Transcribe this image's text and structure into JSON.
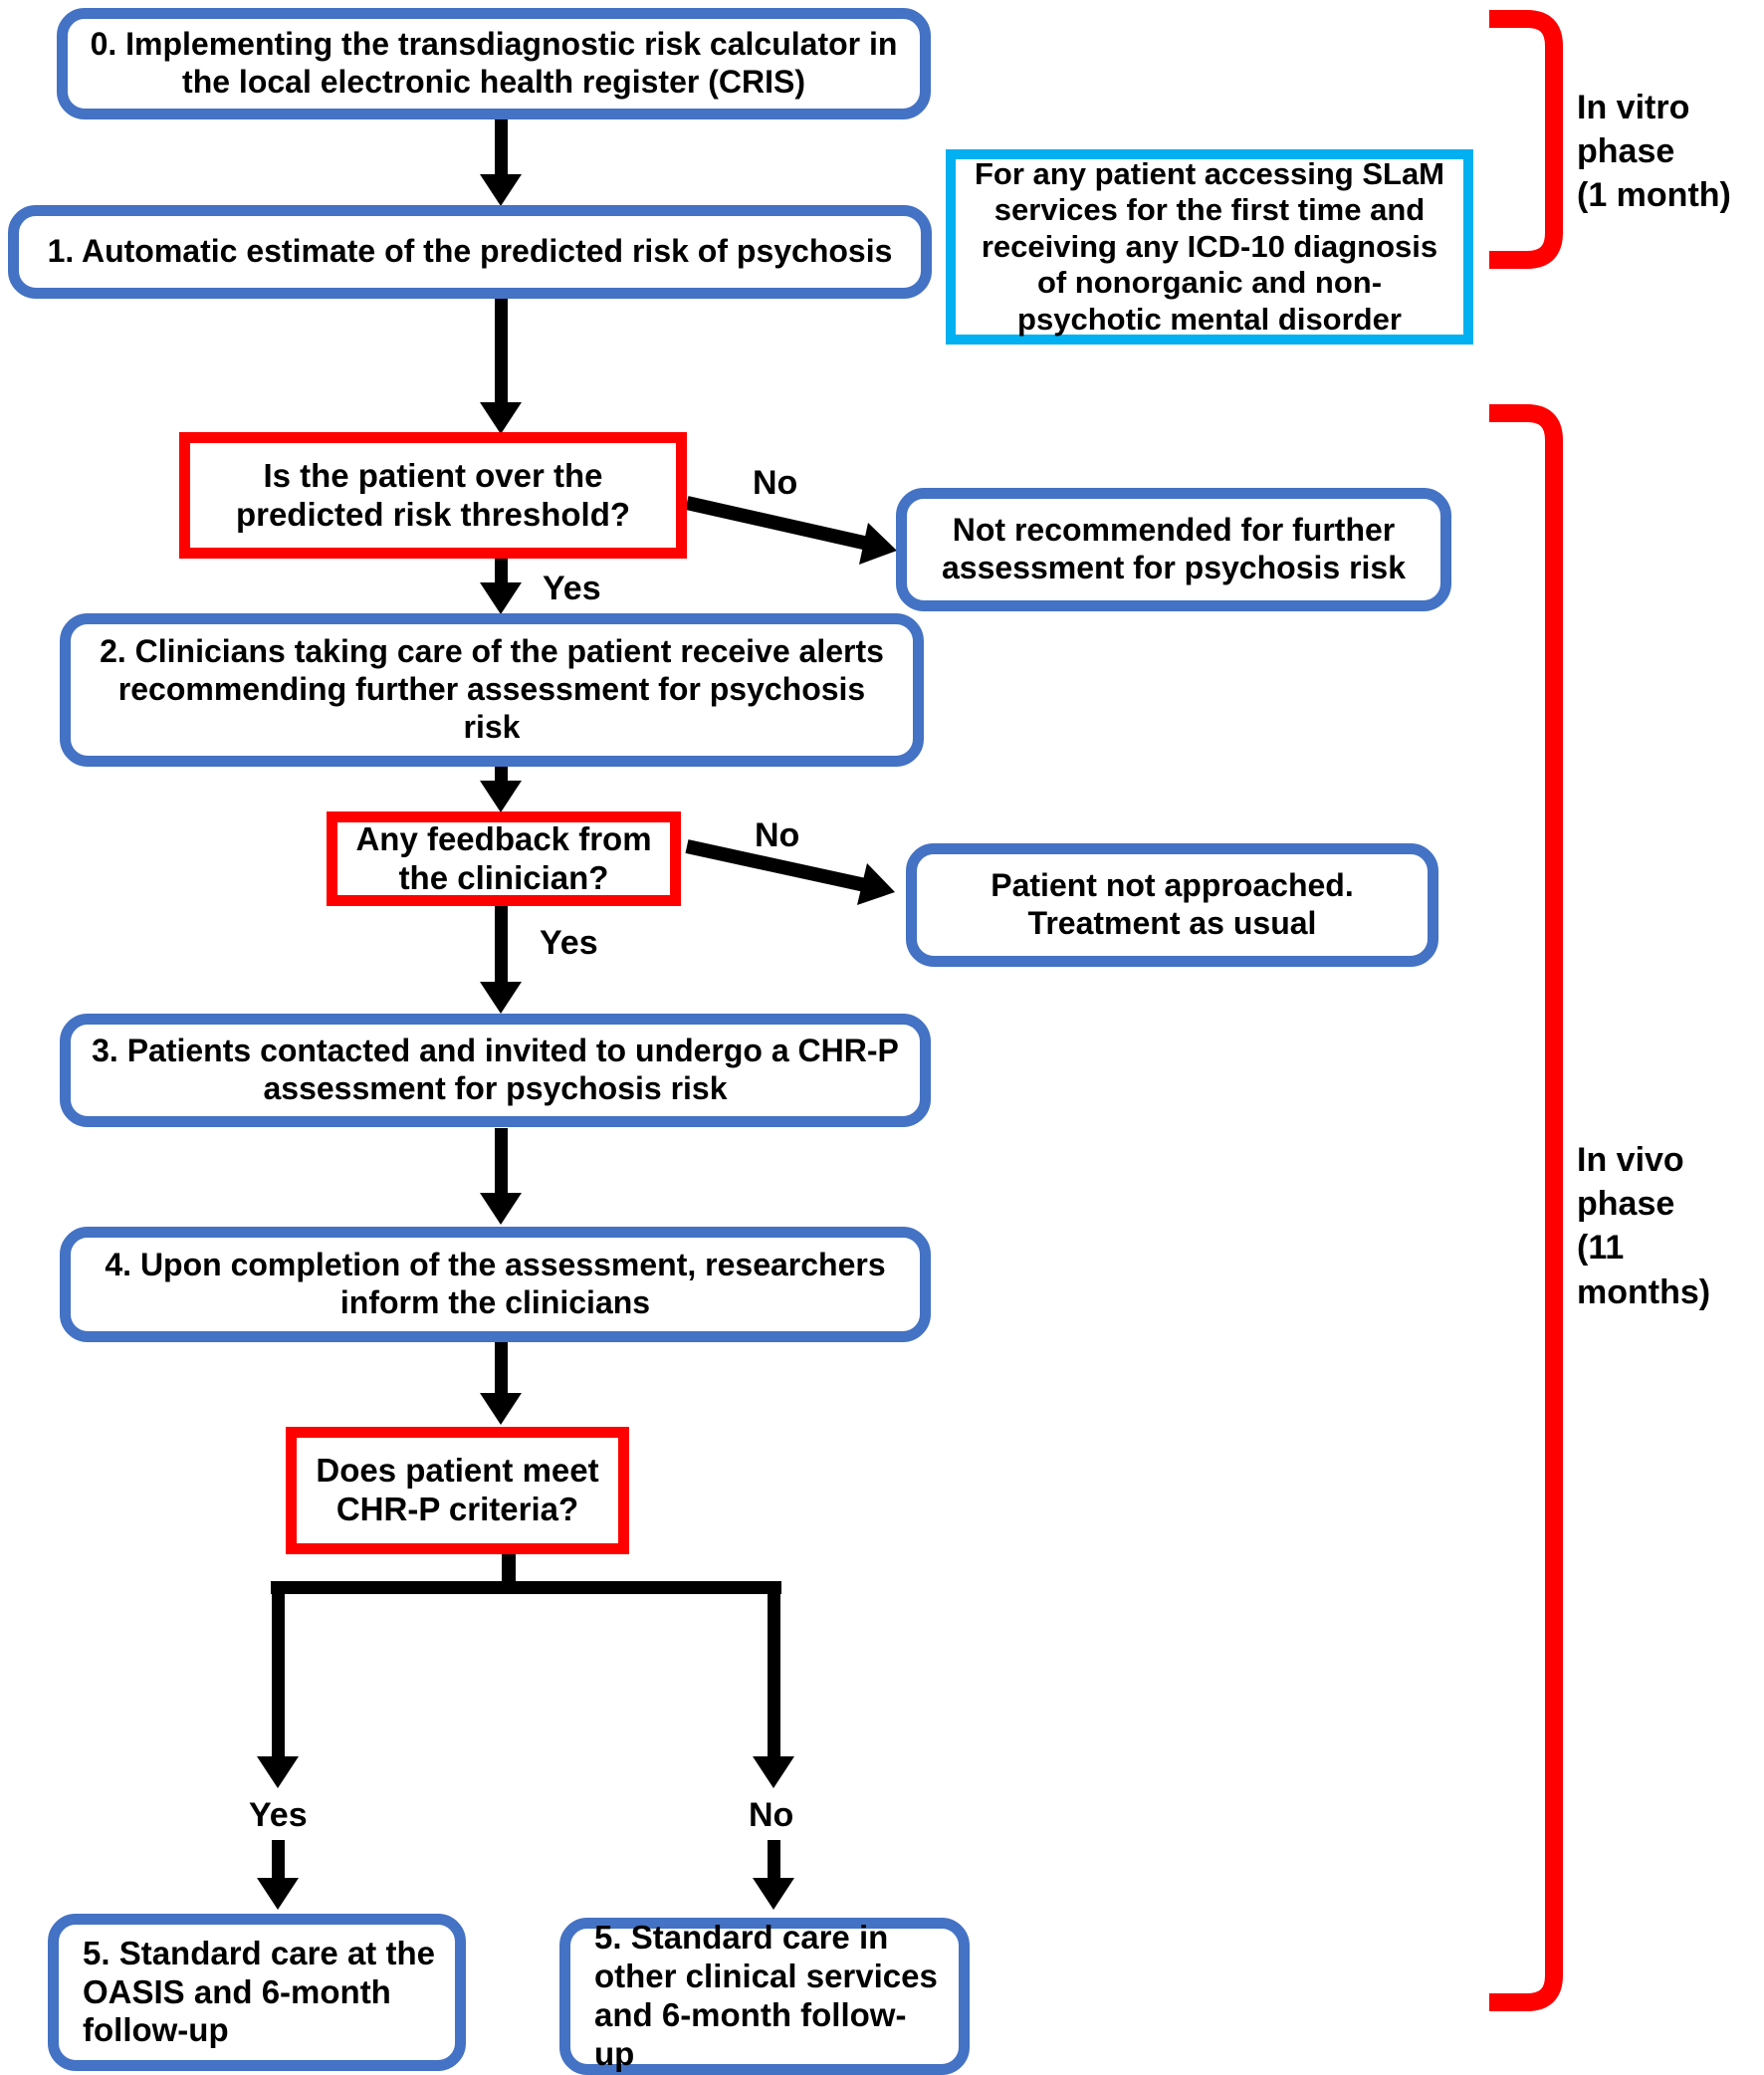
{
  "nodes": {
    "step0": {
      "label": "0. Implementing the transdiagnostic risk calculator in the local electronic health register (CRIS)"
    },
    "step1": {
      "label": "1. Automatic estimate of the predicted risk of psychosis"
    },
    "risk_threshold_decision": {
      "label": "Is the patient over the predicted risk threshold?"
    },
    "not_recommended": {
      "label": "Not recommended for further assessment for psychosis risk"
    },
    "step2": {
      "label": "2. Clinicians taking care of the patient receive alerts recommending further assessment for psychosis risk"
    },
    "feedback_decision": {
      "label": "Any feedback from the clinician?"
    },
    "not_approached": {
      "label": "Patient not approached. Treatment as usual"
    },
    "step3": {
      "label": "3. Patients contacted and invited to undergo a CHR-P assessment for psychosis risk"
    },
    "step4": {
      "label": "4. Upon completion of the assessment, researchers inform the clinicians"
    },
    "chrp_decision": {
      "label": "Does patient meet CHR-P criteria?"
    },
    "step5_oasis": {
      "label": "5. Standard care at the OASIS and 6-month follow-up"
    },
    "step5_other": {
      "label": "5. Standard care in other clinical services and 6-month follow-up"
    },
    "inclusion_note": {
      "label": "For any patient accessing SLaM services for the first time and receiving any ICD-10 diagnosis of nonorganic and non-psychotic mental disorder"
    }
  },
  "edge_labels": {
    "risk_no": "No",
    "risk_yes": "Yes",
    "feedback_no": "No",
    "feedback_yes": "Yes",
    "chrp_yes": "Yes",
    "chrp_no": "No"
  },
  "phases": {
    "in_vitro": "In vitro\nphase\n(1 month)",
    "in_vivo": "In vivo\nphase\n(11 months)"
  },
  "colors": {
    "box_blue": "#4472C4",
    "note_cyan": "#00B0F0",
    "accent_red": "#FF0000",
    "line_black": "#000000"
  }
}
